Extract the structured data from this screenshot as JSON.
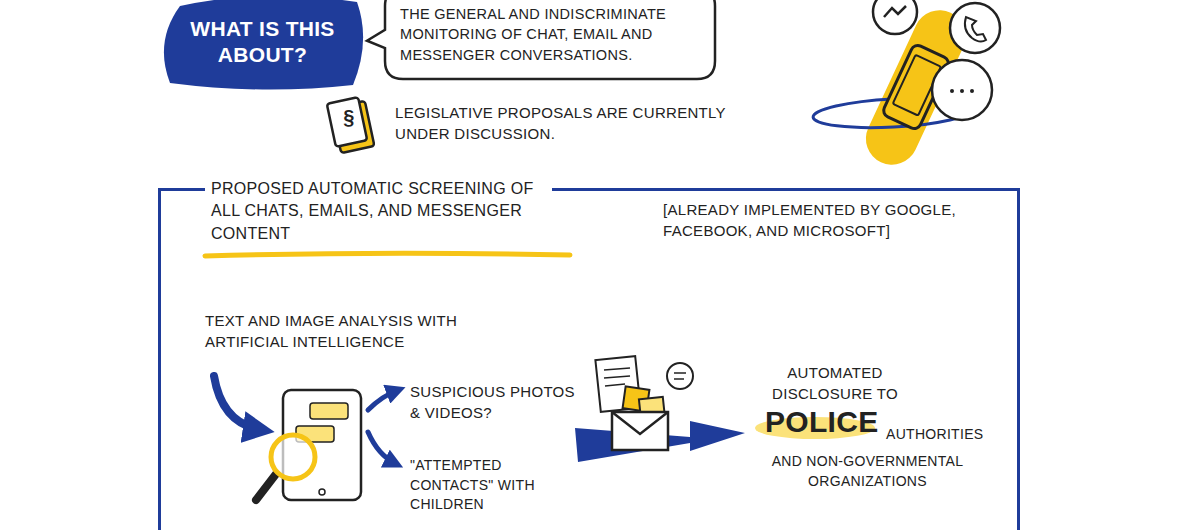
{
  "diagram": {
    "nodes": [
      {
        "text": [
          "WHAT IS THIS ABOUT?"
        ]
      },
      {
        "text": [
          "THE GENERAL AND INDISCRIMINATE MONITORING OF CHAT, EMAIL AND MESSENGER CONVERSATIONS."
        ]
      },
      {
        "text": [
          "PROPOSED AUTOMATIC SCREENING OF ALL CHATS, EMAILS, AND MESSENGER CONTENT"
        ]
      }
    ],
    "labels": [
      "§",
      "LEGISLATIVE PROPOSALS ARE CURRENTLY UNDER DISCUSSION.",
      "[ALREADY IMPLEMENTED BY GOOGLE, FACEBOOK, AND MICROSOFT]",
      "TEXT AND IMAGE ANALYSIS WITH ARTIFICIAL INTELLIGENCE",
      "SUSPICIOUS PHOTOS & VIDEOS?",
      "\"ATTEMPTED CONTACTS\" WITH CHILDREN",
      "AUTOMATED DISCLOSURE TO",
      "POLICE",
      "AUTHORITIES",
      "AND NON-GOVERNMENTAL ORGANIZATIONS"
    ]
  }
}
